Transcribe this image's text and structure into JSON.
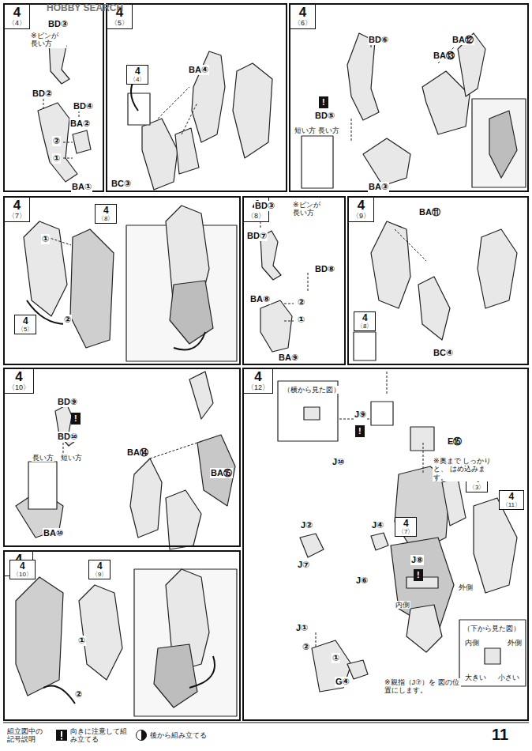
{
  "diagram": {
    "nodes": [
      {
        "text": [
          "4",
          "〈4〉"
        ]
      },
      {
        "text": [
          "4",
          "〈5〉"
        ]
      },
      {
        "text": [
          "4",
          "〈4〉"
        ],
        "in": 1
      },
      {
        "text": [
          "4",
          "〈6〉"
        ]
      },
      {
        "text": [
          "4",
          "〈7〉"
        ]
      },
      {
        "text": [
          "4",
          "〈8〉"
        ],
        "in": 4
      },
      {
        "text": [
          "4",
          "〈5〉"
        ],
        "in": 4
      },
      {
        "text": [
          "4",
          "〈8〉"
        ]
      },
      {
        "text": [
          "4",
          "〈9〉"
        ]
      },
      {
        "text": [
          "4",
          "〈8〉"
        ],
        "in": 8
      },
      {
        "text": [
          "4",
          "〈10〉"
        ]
      },
      {
        "text": [
          "4",
          "〈11〉"
        ]
      },
      {
        "text": [
          "4",
          "〈10〉"
        ],
        "in": 11
      },
      {
        "text": [
          "4",
          "〈9〉"
        ],
        "in": 11
      },
      {
        "text": [
          "4",
          "〈12〉"
        ]
      },
      {
        "text": [
          "4",
          "〈3〉"
        ],
        "in": 14
      },
      {
        "text": [
          "4",
          "〈11〉"
        ],
        "in": 14
      },
      {
        "text": [
          "4",
          "〈7〉"
        ],
        "in": 14
      }
    ],
    "labels": [
      "HOBBY SEARCH",
      "BD③",
      "※ピンが 長い方",
      "BD②",
      "BD④",
      "BA②",
      "②",
      "①",
      "BA①",
      "BA④",
      "BC③",
      "BD⑥",
      "BA⑫",
      "BA⑬",
      "!",
      "BD⑤",
      "短い方",
      "長い方",
      "BA③",
      "①",
      "②",
      "BD③",
      "※ピンが 長い方",
      "BD⑦",
      "BD⑧",
      "BA⑧",
      "②",
      "①",
      "BA⑨",
      "BA⑪",
      "BC④",
      "BD⑨",
      "!",
      "BD⑩",
      "長い方",
      "短い方",
      "BA⑩",
      "BA⑭",
      "BA⑮",
      "①",
      "②",
      "（横から見た図）",
      "J⑨",
      "!",
      "J⑩",
      "E⑮",
      "※奥まで しっかりと、 はめ込みます。",
      "J②",
      "J④",
      "J⑦",
      "J⑥",
      "J⑧",
      "!",
      "外側",
      "内側",
      "J①",
      "②",
      "①",
      "G④",
      "※親指（J⑦）を 図の位置にします。",
      "（下から見た図）",
      "内側",
      "外側",
      "大きい",
      "小さい",
      "組立図中の 記号説明",
      "11"
    ],
    "legend": [
      {
        "text": "向きに注意して組み立てる"
      },
      {
        "text": "後から組み立てる"
      }
    ]
  }
}
